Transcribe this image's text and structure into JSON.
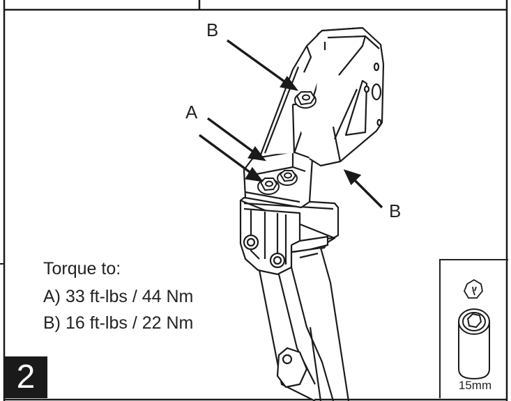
{
  "callouts": {
    "b_top": "B",
    "a_left": "A",
    "b_right": "B"
  },
  "torque": {
    "heading": "Torque to:",
    "line_a": "A) 33 ft-lbs / 44 Nm",
    "line_b": "B) 16 ft-lbs / 22 Nm"
  },
  "step_number": "2",
  "tools": {
    "nut_icon": "hex-nut-icon",
    "socket_icon": "hex-socket-icon",
    "socket_size": "15mm"
  },
  "colors": {
    "line": "#1a1a1a",
    "badge_bg": "#1a1a1a",
    "badge_text": "#ffffff"
  }
}
